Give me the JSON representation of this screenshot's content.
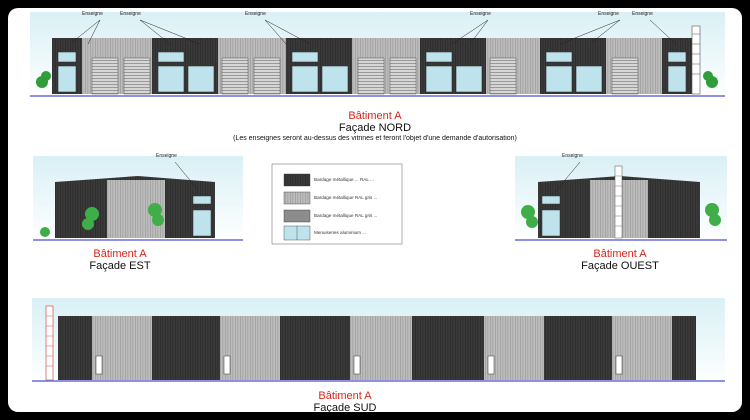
{
  "signs": {
    "label": "Enseigne"
  },
  "north": {
    "building": "Bâtiment A",
    "facade": "Façade NORD",
    "note": "(Les enseignes seront au-dessus des vitrines et feront l'objet d'une demande d'autorisation)"
  },
  "east": {
    "building": "Bâtiment A",
    "facade": "Façade EST"
  },
  "west": {
    "building": "Bâtiment A",
    "facade": "Façade OUEST"
  },
  "south": {
    "building": "Bâtiment A",
    "facade": "Façade SUD"
  },
  "legend": [
    {
      "swatch": "dark",
      "text": "Bardage métallique ... RAL ..."
    },
    {
      "swatch": "light",
      "text": "Bardage métallique RAL gris ..."
    },
    {
      "swatch": "mid",
      "text": "Bardage métallique RAL gris ..."
    },
    {
      "swatch": "glass",
      "text": "Menuiseries aluminium ..."
    }
  ],
  "colors": {
    "background": "#000000",
    "sheet": "#ffffff",
    "title_red": "#d8261c",
    "cladding_dark": "#3a3a3a",
    "cladding_light": "#b9b9b9",
    "glazing": "#bfe3ec",
    "ground": "#6b6bd6"
  }
}
